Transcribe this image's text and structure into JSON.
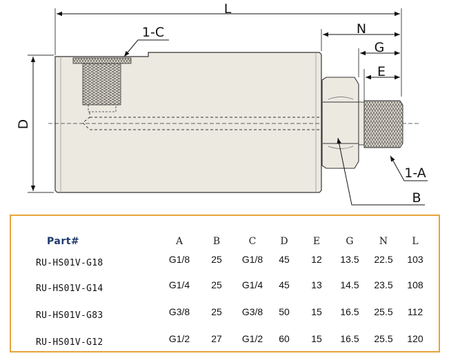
{
  "drawing": {
    "dimensions": {
      "L": "L",
      "N": "N",
      "G": "G",
      "E": "E",
      "D": "D"
    },
    "callouts": {
      "one_c": "1-C",
      "one_a": "1-A",
      "b": "B"
    }
  },
  "table": {
    "part_header": "Part#",
    "columns": [
      "A",
      "B",
      "C",
      "D",
      "E",
      "G",
      "N",
      "L"
    ],
    "rows": [
      {
        "part": "RU-HS01V-G18",
        "values": [
          "G1/8",
          "25",
          "G1/8",
          "45",
          "12",
          "13.5",
          "22.5",
          "103"
        ]
      },
      {
        "part": "RU-HS01V-G14",
        "values": [
          "G1/4",
          "25",
          "G1/4",
          "45",
          "13",
          "14.5",
          "23.5",
          "108"
        ]
      },
      {
        "part": "RU-HS01V-G83",
        "values": [
          "G3/8",
          "25",
          "G3/8",
          "50",
          "15",
          "16.5",
          "25.5",
          "112"
        ]
      },
      {
        "part": "RU-HS01V-G12",
        "values": [
          "G1/2",
          "27",
          "G1/2",
          "60",
          "15",
          "16.5",
          "25.5",
          "120"
        ]
      }
    ]
  },
  "colors": {
    "table_border": "#e8a33a",
    "part_header": "#1f3a6e"
  }
}
